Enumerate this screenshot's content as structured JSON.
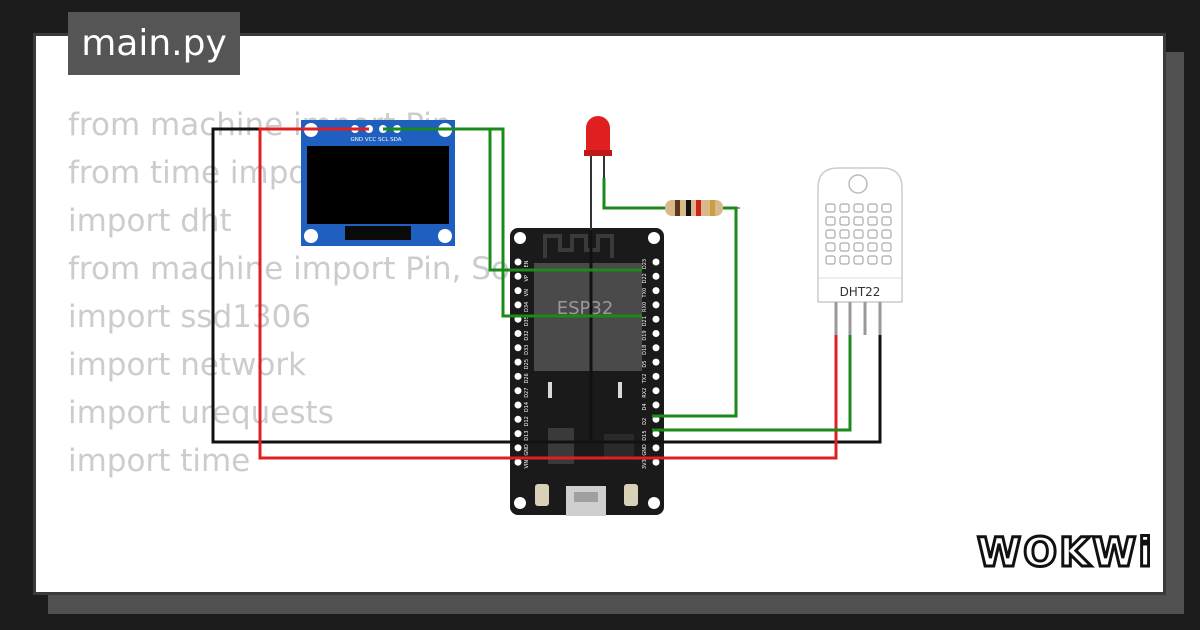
{
  "file_tab": {
    "label": "main.py"
  },
  "code_lines": [
    "from machine import Pin",
    "from time import sleep",
    "import dht",
    "from machine import Pin, SoftI2C",
    "import ssd1306",
    "import network",
    "import urequests",
    "import time"
  ],
  "oled": {
    "pins": "GND VCC SCL SDA"
  },
  "esp32": {
    "label": "ESP32",
    "left_pins": [
      "EN",
      "VP",
      "VN",
      "D34",
      "D35",
      "D32",
      "D33",
      "D25",
      "D26",
      "D27",
      "D14",
      "D12",
      "D13",
      "GND",
      "VIN"
    ],
    "right_pins": [
      "D23",
      "D22",
      "TX0",
      "RX0",
      "D21",
      "D19",
      "D18",
      "D5",
      "TX2",
      "RX2",
      "D4",
      "D2",
      "D15",
      "GND",
      "3V3"
    ]
  },
  "dht22": {
    "label": "DHT22"
  },
  "brand": {
    "logo": "WOKWi"
  },
  "colors": {
    "background": "#1c1c1c",
    "card": "#ffffff",
    "wire_red": "#e02020",
    "wire_black": "#111111",
    "wire_green": "#1a8a1a",
    "oled_board": "#1f5fbf",
    "esp_board": "#1a1a1a"
  }
}
